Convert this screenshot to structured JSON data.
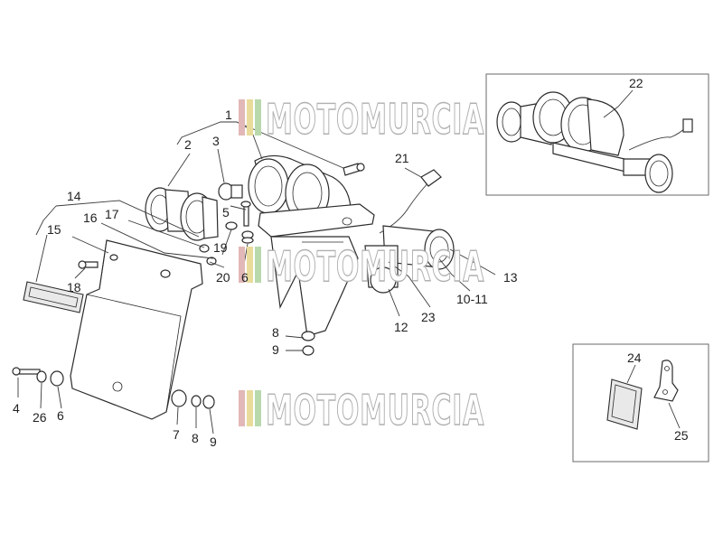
{
  "watermark": {
    "text": "MOTOMURCIA",
    "stripe_colors": [
      "#e2b7b7",
      "#e9dc9b",
      "#b9d9ad"
    ]
  },
  "callouts": {
    "c1": "1",
    "c2": "2",
    "c3": "3",
    "c4": "4",
    "c5": "5",
    "c6a": "6",
    "c6b": "6",
    "c7": "7",
    "c8a": "8",
    "c8b": "8",
    "c9a": "9",
    "c9b": "9",
    "c12": "12",
    "c13": "13",
    "c14": "14",
    "c15": "15",
    "c16": "16",
    "c17": "17",
    "c18": "18",
    "c19": "19",
    "c20": "20",
    "c21": "21",
    "c22": "22",
    "c23": "23",
    "c24": "24",
    "c25": "25",
    "c26": "26",
    "c1011": "10-11"
  }
}
